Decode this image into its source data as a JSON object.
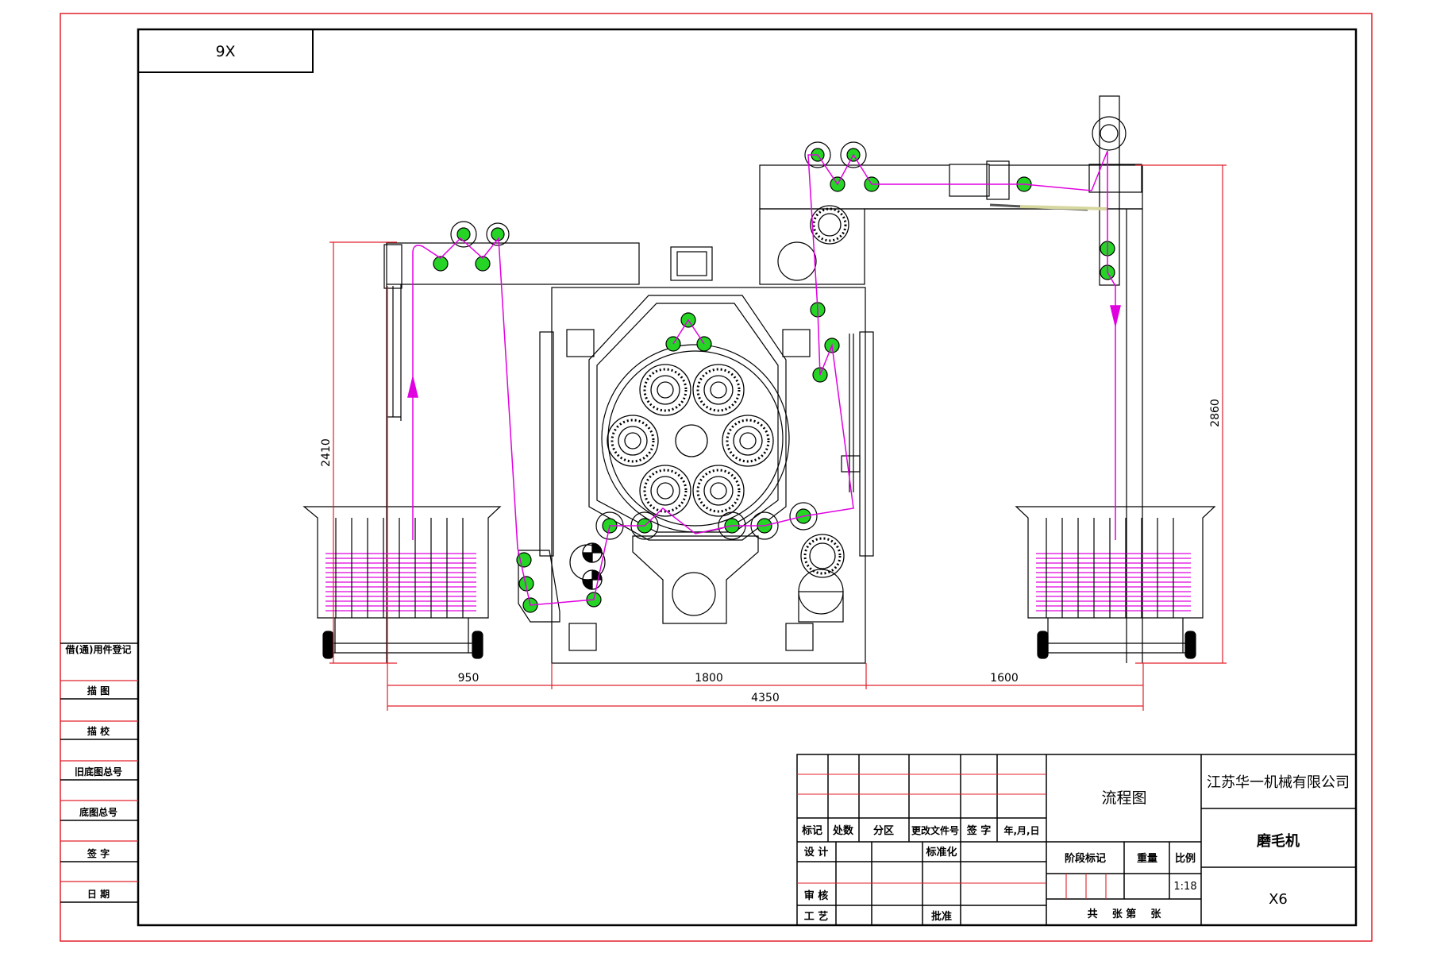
{
  "sheet": {
    "corner_code": "9X",
    "left_strip_labels": [
      "借(通)用件登记",
      "描  图",
      "描  校",
      "旧底图总号",
      "底图总号",
      "签  字",
      "日  期"
    ]
  },
  "dimensions": {
    "d950": "950",
    "d1800": "1800",
    "d1600": "1600",
    "d4350": "4350",
    "d2410": "2410",
    "d2860": "2860"
  },
  "title_block": {
    "revision_headers": [
      "标记",
      "处数",
      "分区",
      "更改文件号",
      "签 字",
      "年,月,日"
    ],
    "design": "设 计",
    "standardization": "标准化",
    "review": "审 核",
    "process": "工 艺",
    "approve": "批准",
    "drawing_title": "流程图",
    "company": "江苏华一机械有限公司",
    "machine_name": "磨毛机",
    "drawing_number": "X6",
    "stage_mark": "阶段标记",
    "weight": "重量",
    "scale_label": "比例",
    "scale": "1:18",
    "sheets": "共    张 第    张"
  }
}
